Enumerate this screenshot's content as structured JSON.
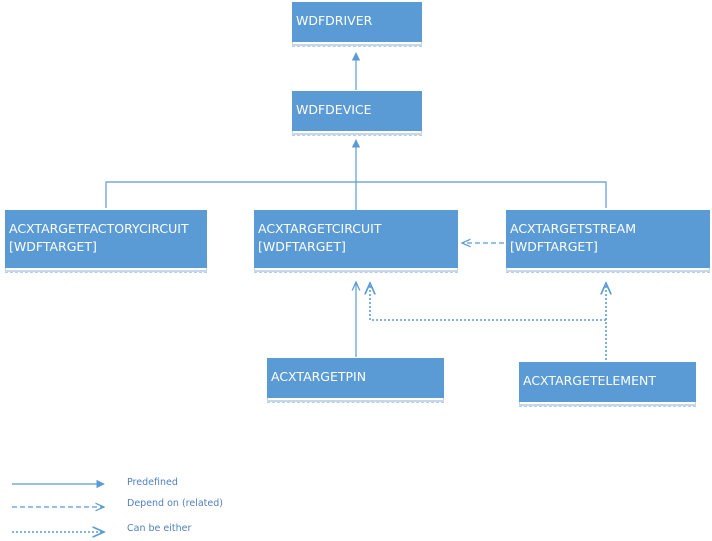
{
  "nodes": {
    "wdfdriver": {
      "line1": "WDFDRIVER"
    },
    "wdfdevice": {
      "line1": "WDFDEVICE"
    },
    "factory_circuit": {
      "line1": "ACXTARGETFACTORYCIRCUIT",
      "line2": "[WDFTARGET]"
    },
    "circuit": {
      "line1": "ACXTARGETCIRCUIT",
      "line2": "[WDFTARGET]"
    },
    "stream": {
      "line1": "ACXTARGETSTREAM",
      "line2": "[WDFTARGET]"
    },
    "pin": {
      "line1": "ACXTARGETPIN"
    },
    "element": {
      "line1": "ACXTARGETELEMENT"
    }
  },
  "legend": {
    "predefined": "Predefined",
    "depend_on": "Depend on (related)",
    "either": "Can be either"
  },
  "colors": {
    "box_fill": "#5b9bd5",
    "connector": "#5b9bd5",
    "text": "#ffffff"
  }
}
